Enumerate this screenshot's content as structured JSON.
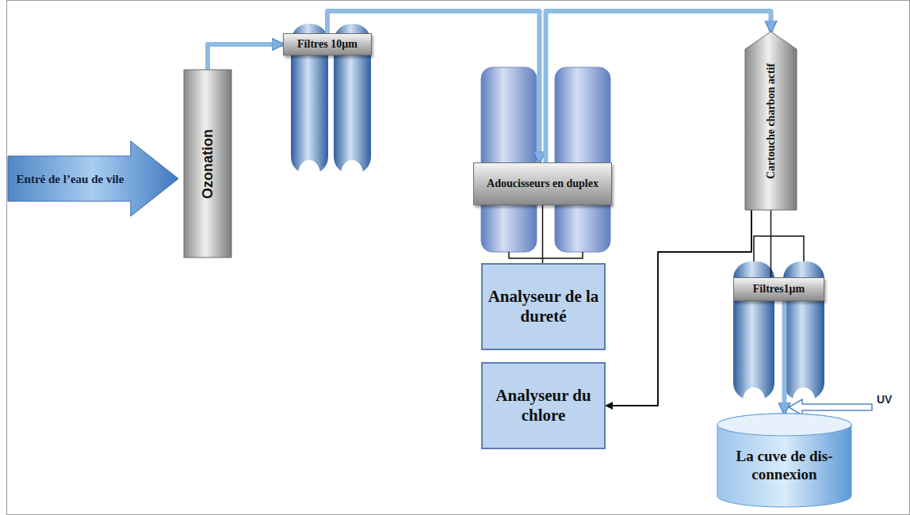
{
  "diagram": {
    "nodes": [
      {
        "text": [
          "Entré de l’eau de vile"
        ]
      },
      {
        "text": [
          "Ozonation"
        ]
      },
      {
        "text": [
          "Filtres 10µm"
        ]
      },
      {
        "text": [
          "Adoucisseurs en duplex"
        ]
      },
      {
        "text": [
          "Analyseur de la dureté"
        ]
      },
      {
        "text": [
          "Analyseur du chlore"
        ]
      },
      {
        "text": [
          "Cartouche charbon actif"
        ]
      },
      {
        "text": [
          "Filtres1µm"
        ]
      },
      {
        "text": [
          "La cuve de dis-connexion"
        ]
      }
    ],
    "edges": [
      {
        "from": 1,
        "to": 2,
        "arrow": "to"
      },
      {
        "from": 2,
        "to": 3,
        "arrow": "to"
      },
      {
        "from": 3,
        "to": 6,
        "arrow": "to"
      },
      {
        "from": 3,
        "to": 4,
        "arrow": "none"
      },
      {
        "from": 6,
        "to": 7,
        "arrow": "none"
      },
      {
        "from": 6,
        "to": 5,
        "arrow": "to"
      },
      {
        "from": 7,
        "to": 8,
        "arrow": "to"
      }
    ],
    "labels": [
      "UV"
    ]
  }
}
